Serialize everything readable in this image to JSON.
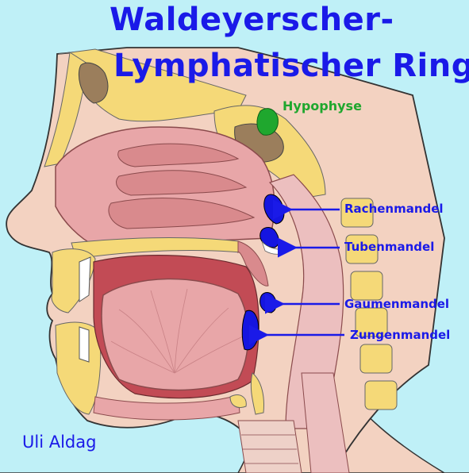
{
  "title": {
    "line1": "Waldeyerscher-",
    "line2": "Lymphatischer Ring"
  },
  "labels": {
    "hypophyse": "Hypophyse",
    "rachenmandel": "Rachenmandel",
    "tubenmandel": "Tubenmandel",
    "gaumenmandel": "Gaumenmandel",
    "zungenmandel": "Zungenmandel"
  },
  "credit": "Uli Aldag",
  "colors": {
    "background": "#bff0f7",
    "title_text": "#1a1ae8",
    "tonsils": "#1515e0",
    "hypophysis": "#1fa72e",
    "bone": "#f5d978",
    "tissue": "#e8a6a8",
    "mucosa": "#d98a8d"
  }
}
